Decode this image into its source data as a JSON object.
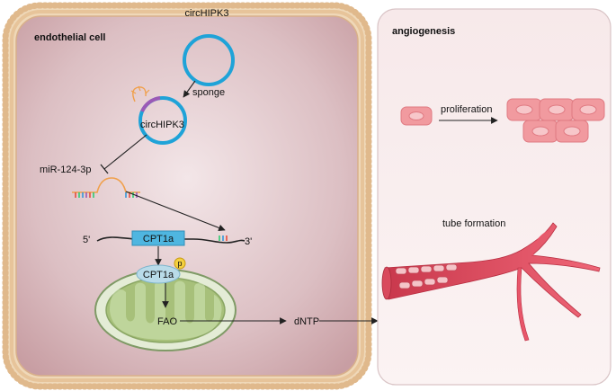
{
  "panels": {
    "cell_title": "endothelial cell",
    "right_title": "angiogenesis"
  },
  "labels": {
    "circ_top": "circHIPK3",
    "sponge": "sponge",
    "circ_bound": "circHIPK3",
    "mirna": "miR-124-3p",
    "five_prime": "5'",
    "three_prime": "3'",
    "gene": "CPT1a",
    "protein": "CPT1a",
    "phospho": "p",
    "fao": "FAO",
    "dntp": "dNTP",
    "proliferation": "proliferation",
    "tube_formation": "tube formation"
  },
  "colors": {
    "circ_ring": "#1fa3d8",
    "mirna_purple": "#9b59b6",
    "mrna_box": "#4fb6e0",
    "mito_green": "#8bbf5a",
    "vessel_red": "#e8566a",
    "cell_pink": "#f19a9f",
    "membrane": "#e7c49a"
  }
}
